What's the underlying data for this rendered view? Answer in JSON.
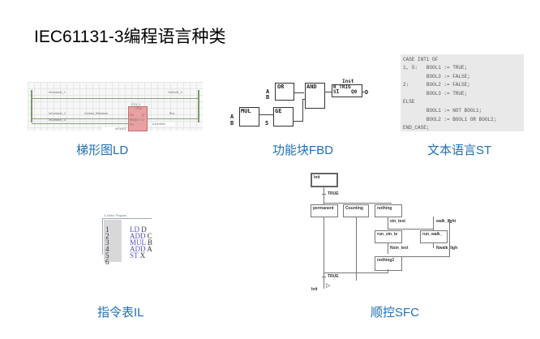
{
  "title": "IEC61131-3编程语言种类",
  "colors": {
    "caption": "#1f6fb5",
    "ctu_block": "#e8a0a0",
    "st_background": "#e9e9e9",
    "il_keyword": "#5050d0"
  },
  "languages": {
    "ld": {
      "caption": "梯形图LD",
      "labels": {
        "contact1": "InContact1_1",
        "coil1": "OutCoil1_3",
        "contact2": "InContact1_2",
        "contact_released": "Contact_Released",
        "contact3": "InContact1_3",
        "block_instance": "CTU_1",
        "block_type": "CTU",
        "pin_cu": "CU",
        "pin_q": "Q",
        "pin_reset": "RESET",
        "pin_cv": "CV",
        "pin_pv": "PV",
        "coil2": "Run",
        "cv_var": "CurrentVal",
        "pv_var": "INT#207"
      }
    },
    "fbd": {
      "caption": "功能块FBD",
      "blocks": {
        "or": "OR",
        "and": "AND",
        "mul": "MUL",
        "ge": "GE",
        "trig": "R_TRIG",
        "inst": "Inst",
        "s1": "S1",
        "q0": "Q0"
      },
      "inputs": {
        "or_a": "A",
        "or_b": "B",
        "mul_a": "A",
        "mul_b": "B",
        "ge_in": "5"
      },
      "output": "D"
    },
    "st": {
      "caption": "文本语言ST",
      "lines": [
        "CASE INT1 OF",
        "1, 5:   BOOL1 := TRUE;",
        "        BOOL3 := FALSE;",
        "2:      BOOL2 := FALSE;",
        "        BOOL3 := TRUE;",
        "ELSE",
        "        BOOL1 := NOT BOOL1;",
        "        BOOL2 := BOOL1 OR BOOL2;",
        "END_CASE;"
      ]
    },
    "il": {
      "caption": "指令表IL",
      "header": "IL Editor: Program",
      "line_numbers": [
        "1",
        "2",
        "3",
        "4",
        "5",
        "6"
      ],
      "lines": [
        {
          "op": "LD",
          "arg": "D"
        },
        {
          "op": "ADD",
          "arg": "C"
        },
        {
          "op": "MUL",
          "arg": "B"
        },
        {
          "op": "ADD",
          "arg": "A"
        },
        {
          "op": "ST",
          "arg": "X"
        }
      ]
    },
    "sfc": {
      "caption": "顺控SFC",
      "steps": {
        "init": "Init",
        "permanent": "permanent",
        "counting": "Counting",
        "nothing": "nothing",
        "run_sin": "run_sin_te",
        "run_walk": "run_walk_",
        "nothing2": "nothing2"
      },
      "transitions": {
        "t1": "TRUE",
        "sin_test": "sin_test",
        "walk_light": "walk_light",
        "nsin_test": "Nsin_test",
        "nwalk_light": "Nwalk_ligh",
        "t_end": "TRUE"
      },
      "jump_target": "Init"
    }
  }
}
